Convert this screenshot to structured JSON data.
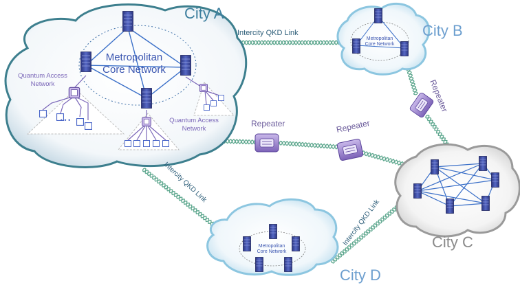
{
  "cities": {
    "a": {
      "name": "City A",
      "core_line1": "Metropolitan",
      "core_line2": "Core Network",
      "access_left_line1": "Quantum Access",
      "access_left_line2": "Network",
      "access_right_line1": "Quantum Access",
      "access_right_line2": "Network",
      "ellipsis": "• • •"
    },
    "b": {
      "name": "City B",
      "core_line1": "Metropolitan",
      "core_line2": "Core Network"
    },
    "c": {
      "name": "City C"
    },
    "d": {
      "name": "City D",
      "core_line1": "Metropolitan",
      "core_line2": "Core Network"
    }
  },
  "links": {
    "ab": "Intercity QKD Link",
    "ad": "Intercity QKD Link",
    "dc": "Intercity QKD Link"
  },
  "repeaters": {
    "ac_1": "Repeater",
    "ac_2": "Repeater",
    "bc": "Repeater"
  },
  "colors": {
    "city_a_text": "#3d7f9e",
    "city_bd_text": "#6d9fcf",
    "city_c_text": "#8a8a8a",
    "link_text": "#2f5f7a",
    "repeater_text": "#6a5a9a",
    "fiber": "#5fa88f",
    "core_line": "#3a6fc8",
    "server": "#3b4a99"
  }
}
